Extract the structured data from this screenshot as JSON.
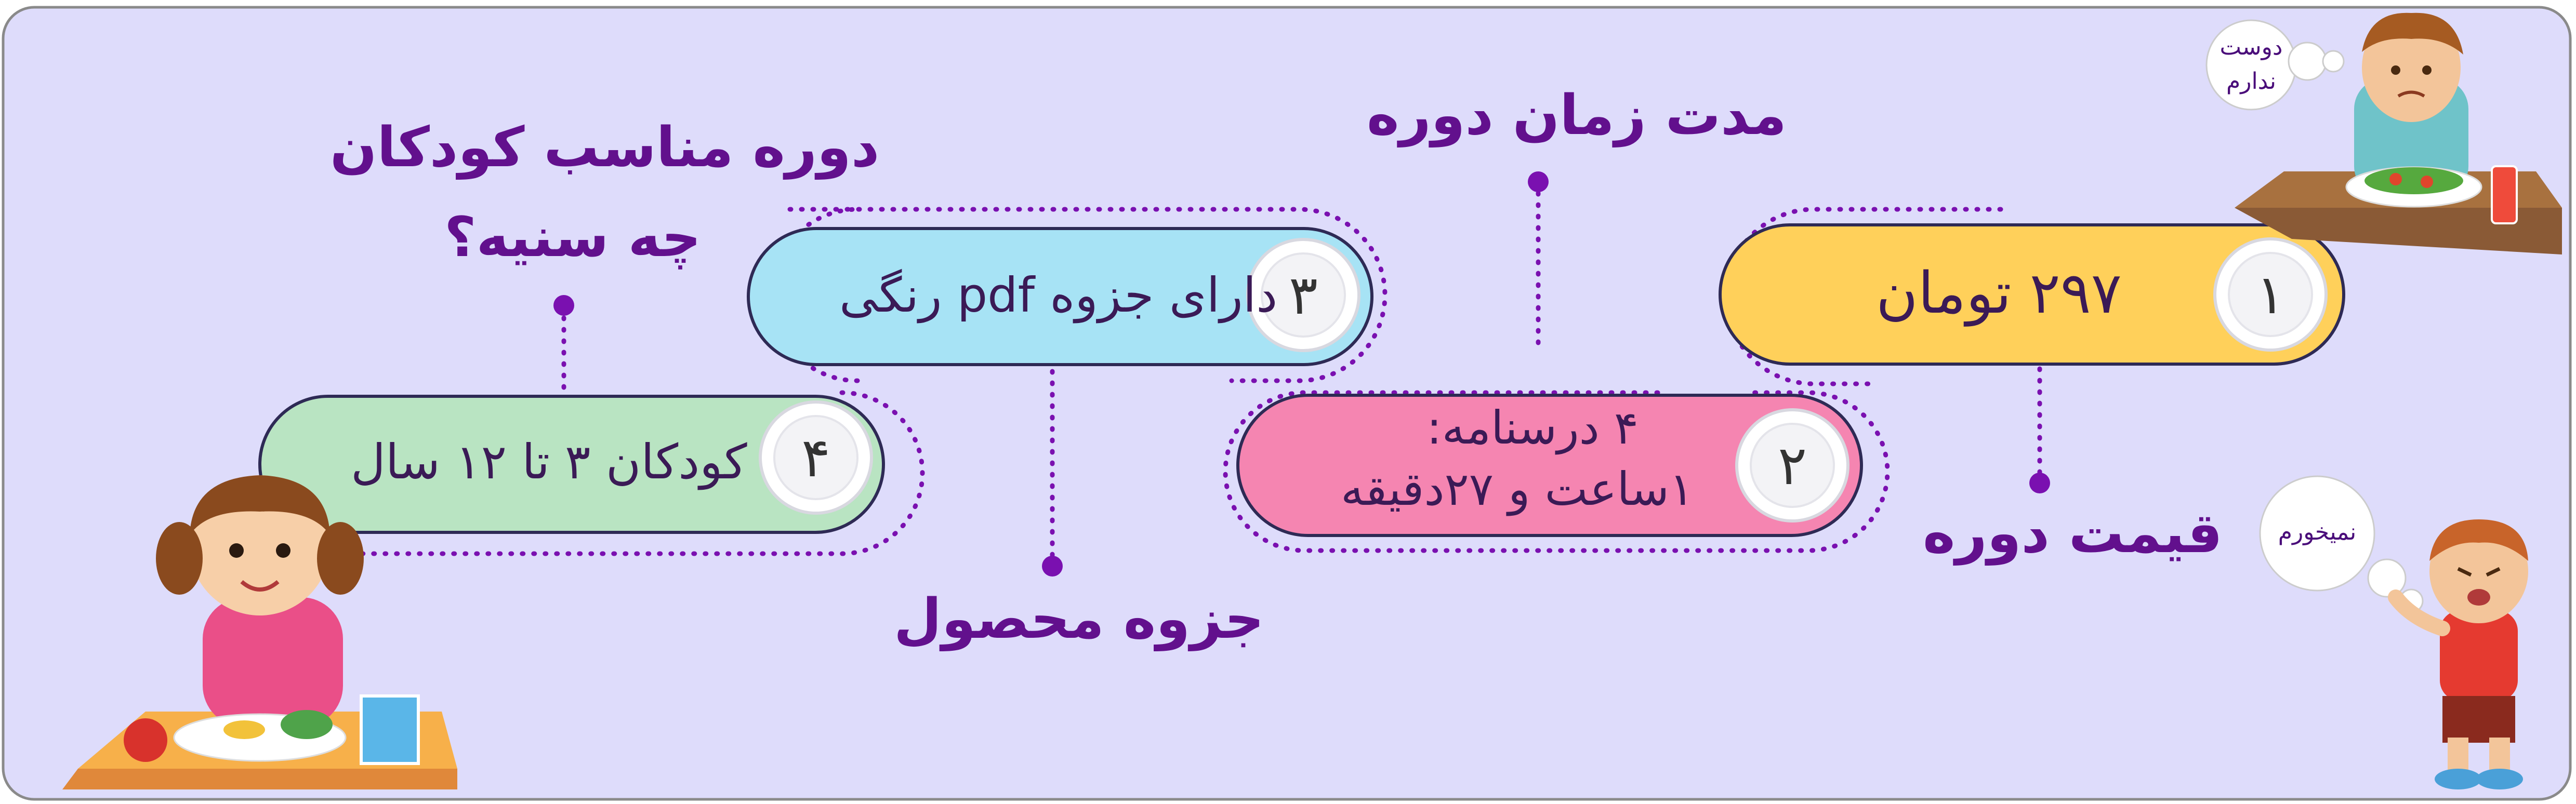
{
  "colors": {
    "background": "#dedcfb",
    "border": "#8a8a8a",
    "heading": "#62108d",
    "dots": "#7a10b0",
    "step1": "#ffd05a",
    "step2": "#f585b1",
    "step3": "#a7e3f5",
    "step4": "#b9e4c2"
  },
  "headings": {
    "price": "قیمت دوره",
    "duration": "مدت زمان دوره",
    "booklet": "جزوه محصول",
    "age_line1": "دوره مناسب کودکان",
    "age_line2": "چه سنیه؟"
  },
  "steps": [
    {
      "number": "۱",
      "text": "۲۹۷ تومان"
    },
    {
      "number": "۲",
      "line1": "۴ درسنامه:",
      "line2": "۱ساعت و ۲۷دقیقه"
    },
    {
      "number": "۳",
      "text": "دارای جزوه pdf رنگی"
    },
    {
      "number": "۴",
      "text": "کودکان ۳ تا ۱۲ سال"
    }
  ],
  "bubbles": {
    "dont_like_line1": "دوست",
    "dont_like_line2": "ندارم",
    "wont_eat": "نمیخورم"
  },
  "illustrations": {
    "bored_boy": "boy-at-table-icon",
    "happy_girl": "girl-eating-icon",
    "refusing_boy": "boy-refusing-icon"
  }
}
